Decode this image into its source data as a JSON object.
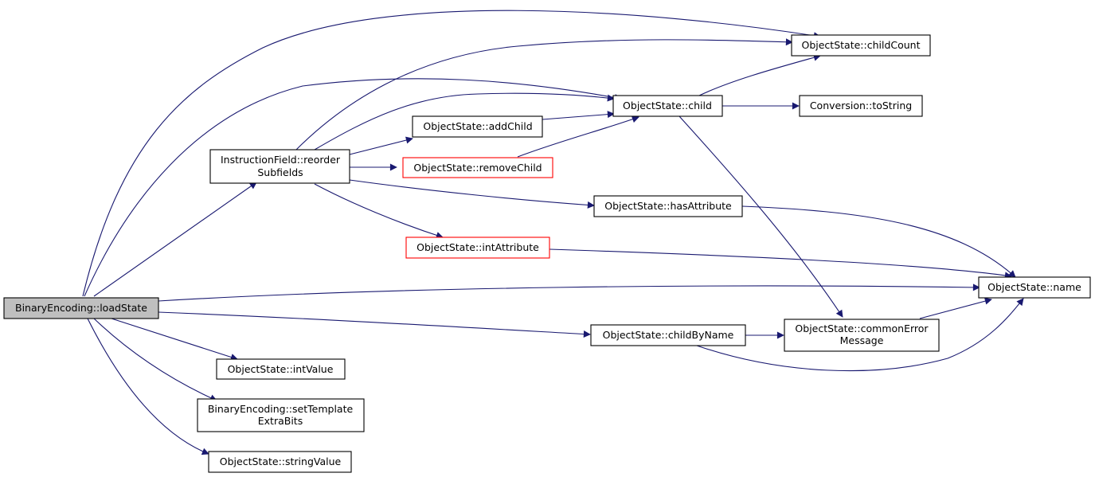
{
  "nodes": {
    "loadState": [
      "BinaryEncoding::loadState"
    ],
    "reorderSubfields": [
      "InstructionField::reorder",
      "Subfields"
    ],
    "intValue": [
      "ObjectState::intValue"
    ],
    "setTemplateExtraBits": [
      "BinaryEncoding::setTemplate",
      "ExtraBits"
    ],
    "stringValue": [
      "ObjectState::stringValue"
    ],
    "addChild": [
      "ObjectState::addChild"
    ],
    "removeChild": [
      "ObjectState::removeChild"
    ],
    "intAttribute": [
      "ObjectState::intAttribute"
    ],
    "child": [
      "ObjectState::child"
    ],
    "hasAttribute": [
      "ObjectState::hasAttribute"
    ],
    "childByName": [
      "ObjectState::childByName"
    ],
    "childCount": [
      "ObjectState::childCount"
    ],
    "toString": [
      "Conversion::toString"
    ],
    "commonErrorMessage": [
      "ObjectState::commonError",
      "Message"
    ],
    "name": [
      "ObjectState::name"
    ]
  },
  "colors": {
    "edge": "#191970",
    "highlight_fill": "#bfbfbf",
    "truncated_border": "#ff0000",
    "border": "#000000"
  }
}
